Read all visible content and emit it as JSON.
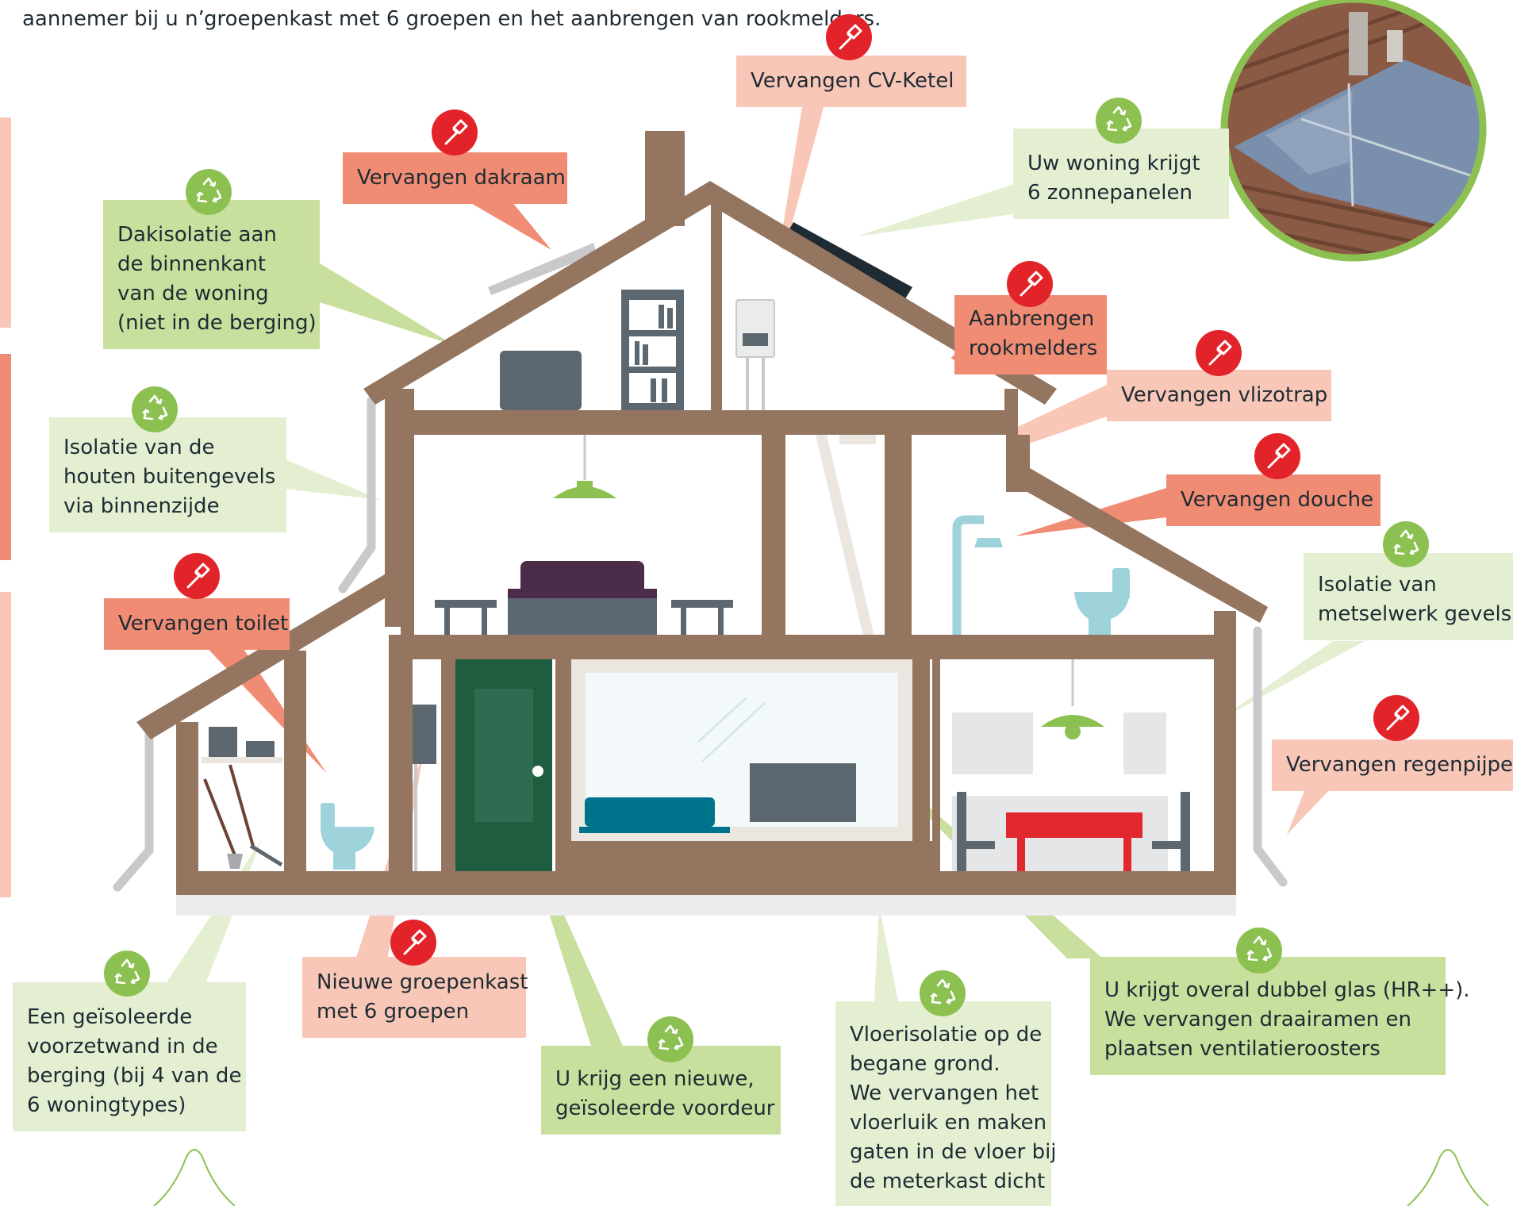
{
  "intro_left": [
    "aannemer bij u",
    "n’."
  ],
  "intro_right": [
    "groepenkast met 6 groepen en het aanbrengen",
    "van rookmelders."
  ],
  "colors": {
    "wall_brown": "#94755f",
    "replace_red": "#f08c74",
    "replace_pink": "#f8c7b8",
    "sustain_green": "#c9df9d",
    "sustain_light_green": "#e4efd2",
    "icon_red": "#e2232a",
    "icon_green": "#8cc152"
  },
  "icons": {
    "replace": "hammer-icon",
    "sustainable": "recycle-icon"
  },
  "labels": {
    "cv_ketel": [
      "Vervangen CV-Ketel"
    ],
    "dakraam": [
      "Vervangen dakraam"
    ],
    "zonnepanelen": [
      "Uw woning krijgt",
      "6 zonnepanelen"
    ],
    "dakisolatie": [
      "Dakisolatie aan",
      "de binnenkant",
      "van de woning",
      "(niet in de berging)"
    ],
    "rookmelders": [
      "Aanbrengen",
      "rookmelders"
    ],
    "vlizotrap": [
      "Vervangen vlizotrap"
    ],
    "houten_gevels": [
      "Isolatie van de",
      "houten buitengevels",
      "via binnenzijde"
    ],
    "douche": [
      "Vervangen douche"
    ],
    "metselwerk": [
      "Isolatie van",
      "metselwerk gevels"
    ],
    "toilet": [
      "Vervangen toilet"
    ],
    "regenpijpen": [
      "Vervangen regenpijpen"
    ],
    "voorzetwand": [
      "Een geïsoleerde",
      "voorzetwand in de",
      "berging (bij 4 van de",
      "6 woningtypes)"
    ],
    "groepenkast": [
      "Nieuwe groepenkast",
      "met 6 groepen"
    ],
    "voordeur": [
      "U krijg een nieuwe,",
      "geïsoleerde voordeur"
    ],
    "vloerisolatie": [
      "Vloerisolatie op de",
      "begane grond.",
      "We vervangen het",
      "vloerluik en maken",
      "gaten in de vloer bij",
      "de meterkast dicht"
    ],
    "dubbel_glas": [
      "U krijgt overal dubbel glas (HR++).",
      "We vervangen draairamen en",
      "plaatsen ventilatieroosters"
    ]
  }
}
